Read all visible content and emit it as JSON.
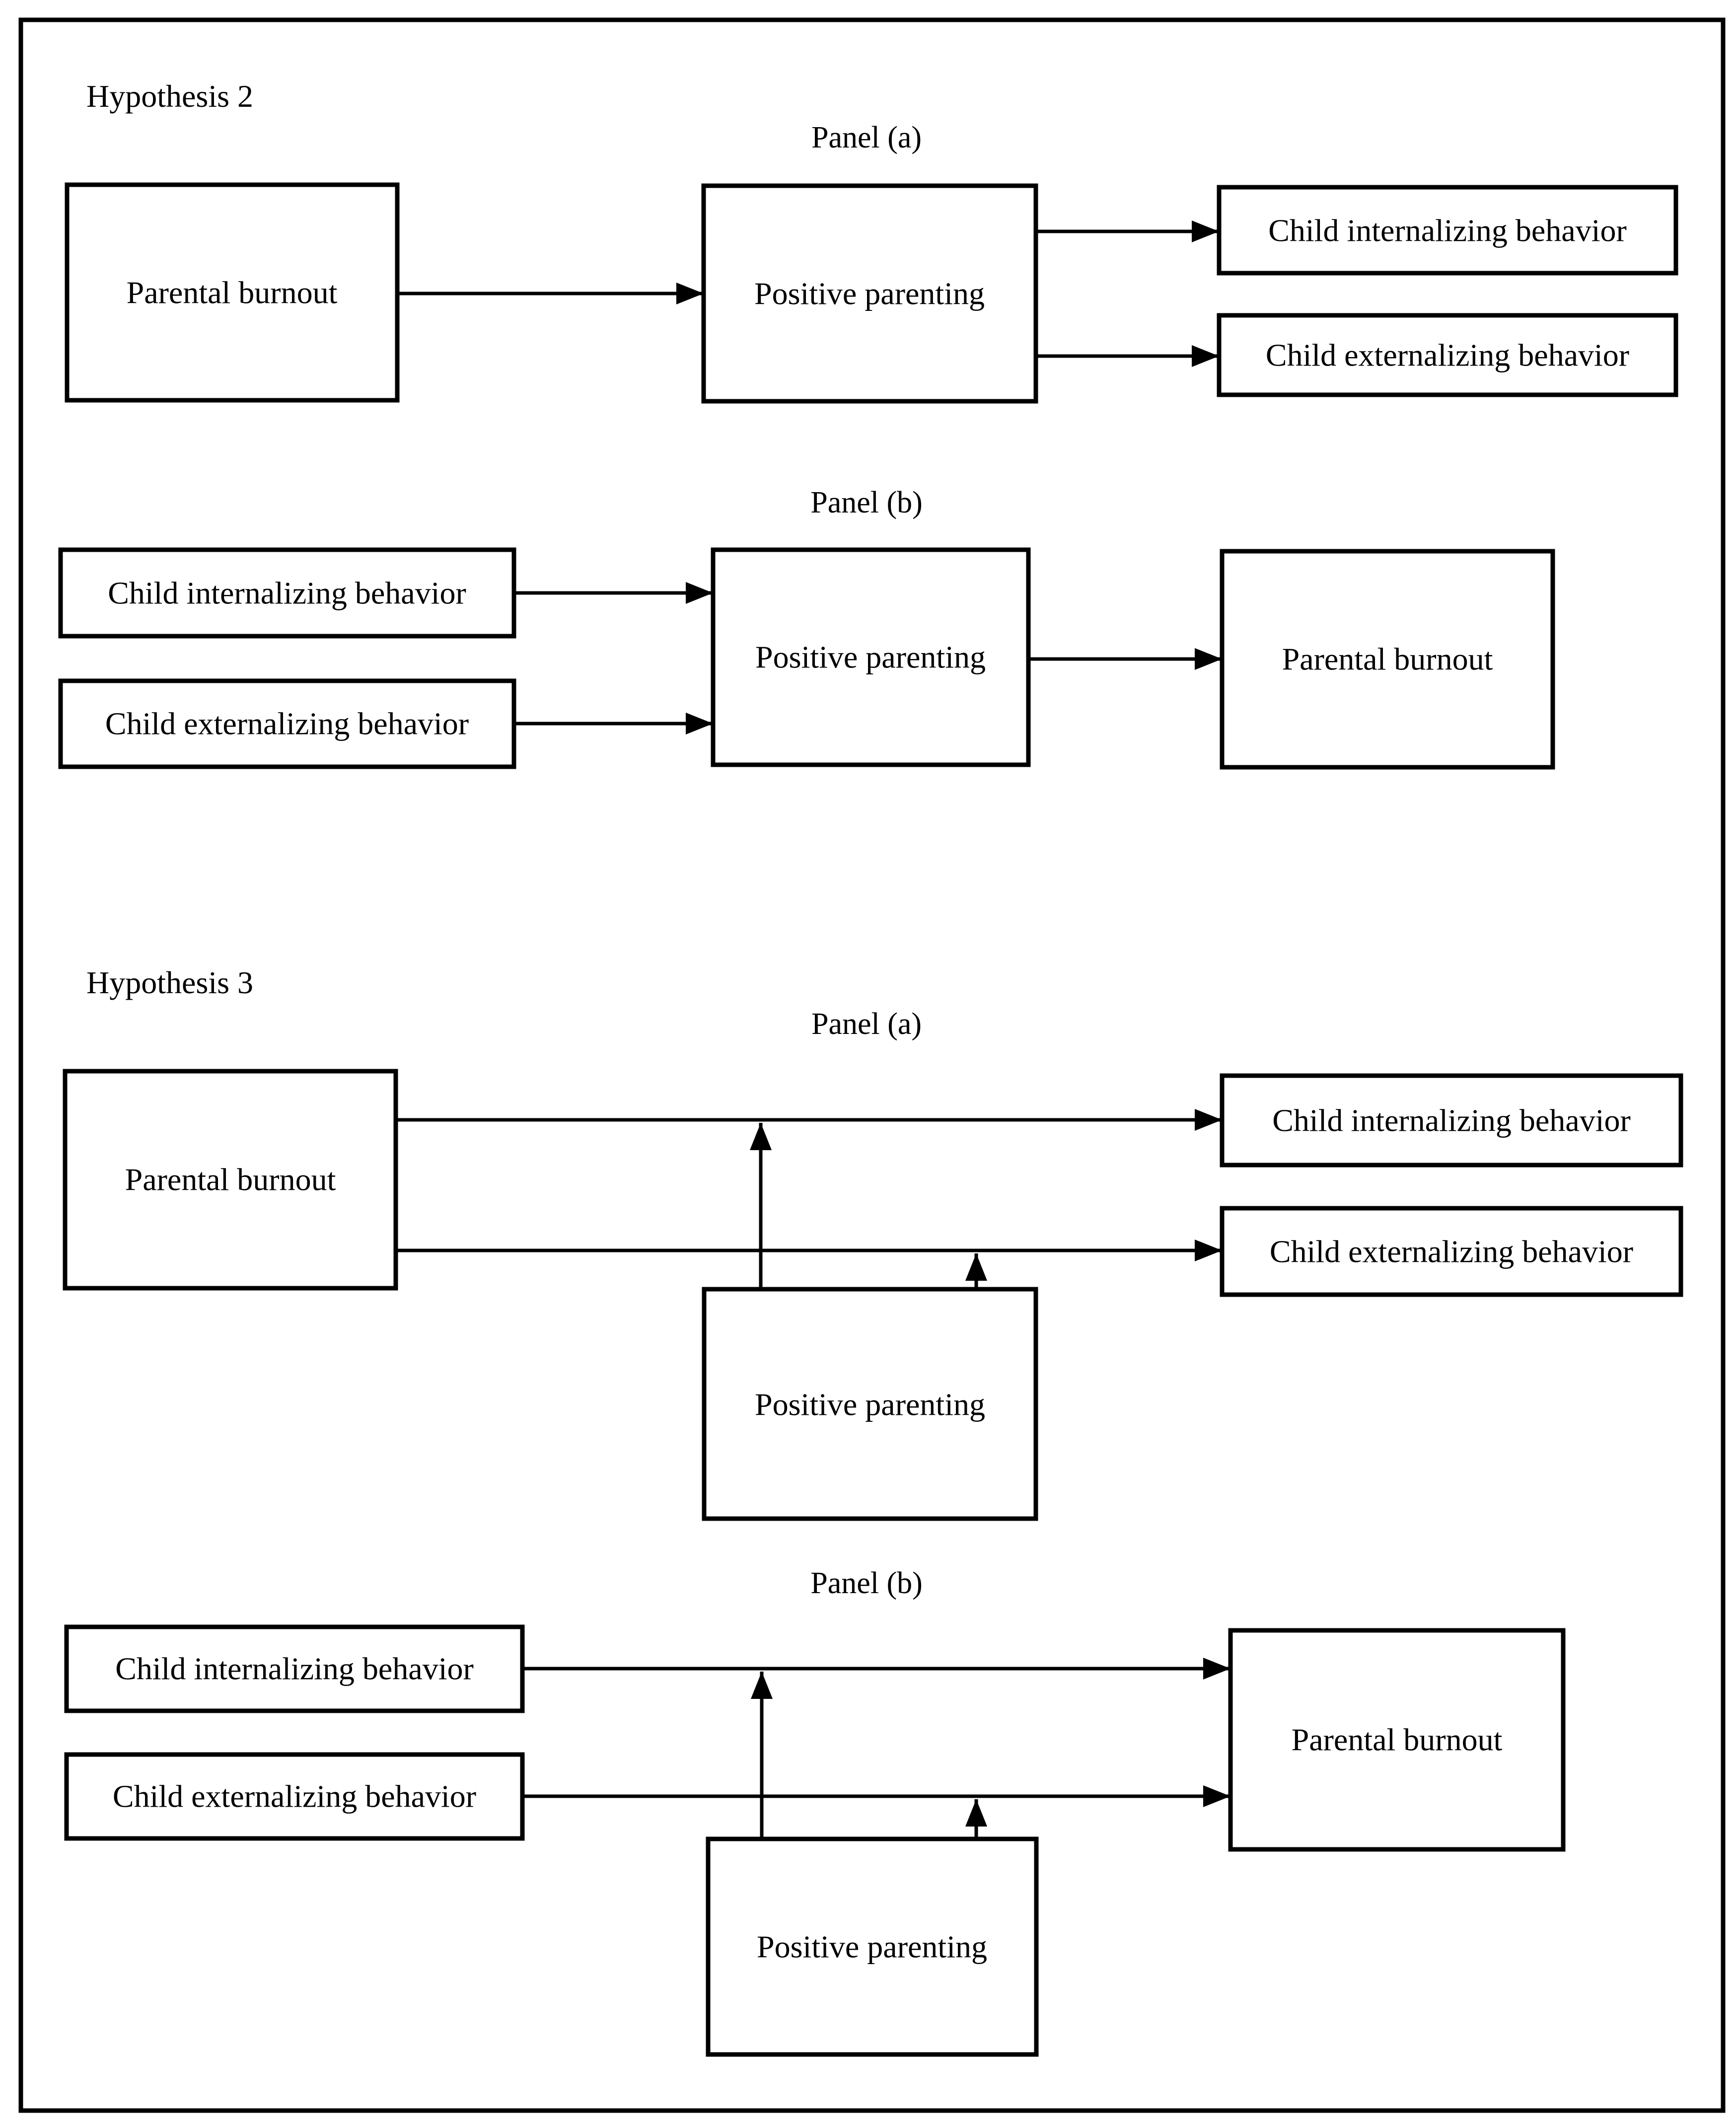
{
  "colors": {
    "ink": "#000000",
    "paper": "#ffffff"
  },
  "h2": {
    "title": "Hypothesis 2",
    "panel_a": {
      "label": "Panel (a)",
      "parental_burnout": "Parental burnout",
      "positive_parenting": "Positive parenting",
      "child_internalizing": "Child internalizing behavior",
      "child_externalizing": "Child externalizing behavior"
    },
    "panel_b": {
      "label": "Panel (b)",
      "child_internalizing": "Child internalizing behavior",
      "child_externalizing": "Child externalizing behavior",
      "positive_parenting": "Positive parenting",
      "parental_burnout": "Parental burnout"
    }
  },
  "h3": {
    "title": "Hypothesis 3",
    "panel_a": {
      "label": "Panel (a)",
      "parental_burnout": "Parental burnout",
      "positive_parenting": "Positive parenting",
      "child_internalizing": "Child internalizing behavior",
      "child_externalizing": "Child externalizing behavior"
    },
    "panel_b": {
      "label": "Panel (b)",
      "child_internalizing": "Child internalizing behavior",
      "child_externalizing": "Child externalizing behavior",
      "positive_parenting": "Positive parenting",
      "parental_burnout": "Parental burnout"
    }
  }
}
